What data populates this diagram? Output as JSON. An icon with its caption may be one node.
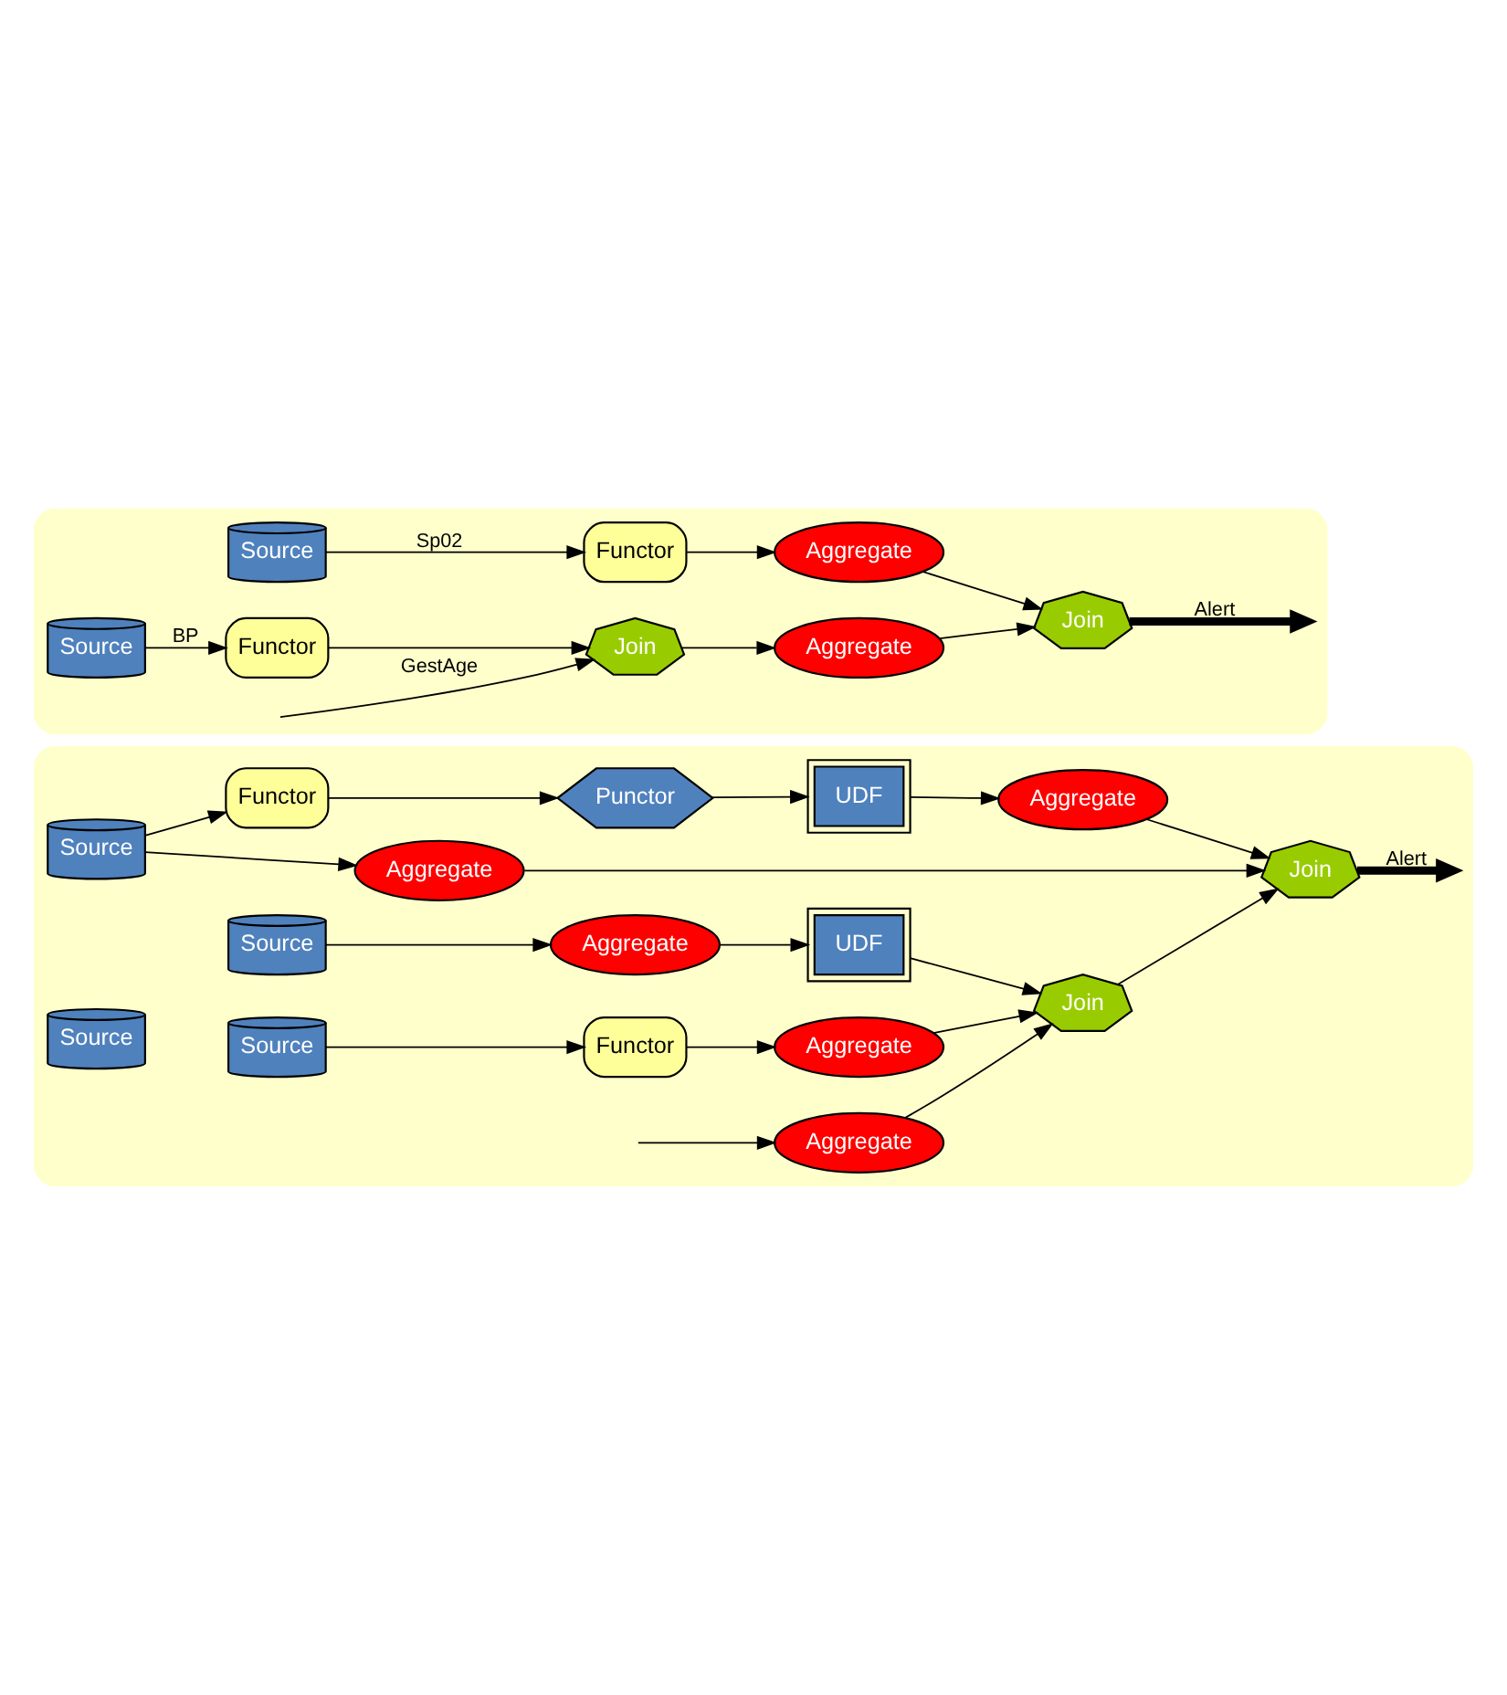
{
  "diagram": {
    "nodes": [
      {
        "text": [],
        "shape": "box"
      },
      {
        "text": [
          "Source"
        ],
        "in": 0
      },
      {
        "text": [
          "Source"
        ],
        "in": 0
      },
      {
        "text": [
          "Functor"
        ],
        "in": 0
      },
      {
        "text": [
          "Functor"
        ],
        "in": 0
      },
      {
        "text": [
          "Aggregate"
        ],
        "in": 0
      },
      {
        "text": [
          "Join"
        ],
        "in": 0
      },
      {
        "text": [
          "Aggregate"
        ],
        "in": 0
      },
      {
        "text": [
          "Join"
        ],
        "in": 0
      },
      {
        "text": [],
        "shape": "box"
      },
      {
        "text": [
          "Source"
        ],
        "in": 9
      },
      {
        "text": [
          "Aggregate"
        ],
        "in": 9
      },
      {
        "text": [
          "Functor"
        ],
        "in": 9
      },
      {
        "text": [
          "Punctor"
        ],
        "in": 9
      },
      {
        "text": [
          "UDF"
        ],
        "in": 9
      },
      {
        "text": [
          "Aggregate"
        ],
        "in": 9
      },
      {
        "text": [
          "Join"
        ],
        "in": 9
      },
      {
        "text": [
          "Source"
        ],
        "in": 9
      },
      {
        "text": [
          "Aggregate"
        ],
        "in": 9
      },
      {
        "text": [
          "Source"
        ],
        "in": 9
      },
      {
        "text": [
          "Aggregate"
        ],
        "in": 9
      },
      {
        "text": [
          "Source"
        ],
        "in": 9
      },
      {
        "text": [
          "Functor"
        ],
        "in": 9
      },
      {
        "text": [
          "Aggregate"
        ],
        "in": 9
      },
      {
        "text": [
          "UDF"
        ],
        "in": 9
      },
      {
        "text": [
          "Join"
        ],
        "in": 9
      }
    ],
    "edges": [
      {
        "from": 1,
        "to": 3,
        "arrow": "to",
        "label": "Sp02"
      },
      {
        "from": 3,
        "to": 5,
        "arrow": "to"
      },
      {
        "from": 2,
        "to": 4,
        "arrow": "to",
        "label": "BP"
      },
      {
        "from": 4,
        "to": 6,
        "arrow": "to"
      },
      {
        "from": null,
        "to": 6,
        "arrow": "to",
        "label": "GestAge"
      },
      {
        "from": 6,
        "to": 7,
        "arrow": "to"
      },
      {
        "from": 5,
        "to": 8,
        "arrow": "to"
      },
      {
        "from": 7,
        "to": 8,
        "arrow": "to"
      },
      {
        "from": 8,
        "to": null,
        "arrow": "to",
        "label": "Alert",
        "style": "thick"
      },
      {
        "from": 10,
        "to": 11,
        "arrow": "to"
      },
      {
        "from": 10,
        "to": 12,
        "arrow": "to"
      },
      {
        "from": 12,
        "to": 13,
        "arrow": "to"
      },
      {
        "from": 13,
        "to": 14,
        "arrow": "to"
      },
      {
        "from": 14,
        "to": 15,
        "arrow": "to"
      },
      {
        "from": 11,
        "to": 16,
        "arrow": "to"
      },
      {
        "from": 15,
        "to": 16,
        "arrow": "to"
      },
      {
        "from": 16,
        "to": null,
        "arrow": "to",
        "label": "Alert",
        "style": "thick"
      },
      {
        "from": null,
        "to": 18,
        "arrow": "to"
      },
      {
        "from": 19,
        "to": 20,
        "arrow": "to"
      },
      {
        "from": 21,
        "to": 22,
        "arrow": "to"
      },
      {
        "from": 22,
        "to": 23,
        "arrow": "to"
      },
      {
        "from": 20,
        "to": 24,
        "arrow": "to"
      },
      {
        "from": 18,
        "to": 25,
        "arrow": "to"
      },
      {
        "from": 24,
        "to": 25,
        "arrow": "to"
      },
      {
        "from": 23,
        "to": 25,
        "arrow": "to"
      },
      {
        "from": 25,
        "to": 16,
        "arrow": "to"
      }
    ]
  }
}
